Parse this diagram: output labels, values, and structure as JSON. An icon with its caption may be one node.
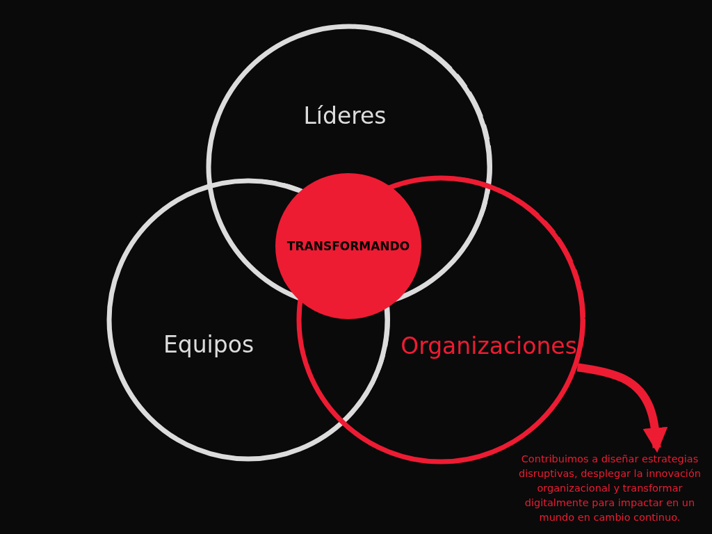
{
  "diagram": {
    "nodes": [
      {
        "text": [
          "Líderes"
        ]
      },
      {
        "text": [
          "Equipos"
        ]
      },
      {
        "text": [
          "Organizaciones"
        ]
      },
      {
        "text": [
          "TRANSFORMANDO"
        ]
      },
      {
        "text": [
          "Contribuimos a diseñar estrategias disruptivas, desplegar la innovación organizacional y transformar digitalmente para impactar en un mundo en cambio continuo."
        ]
      }
    ],
    "edges": [
      {
        "from": 2,
        "to": 4,
        "arrow": "to",
        "color": "#ed1c33"
      }
    ]
  }
}
